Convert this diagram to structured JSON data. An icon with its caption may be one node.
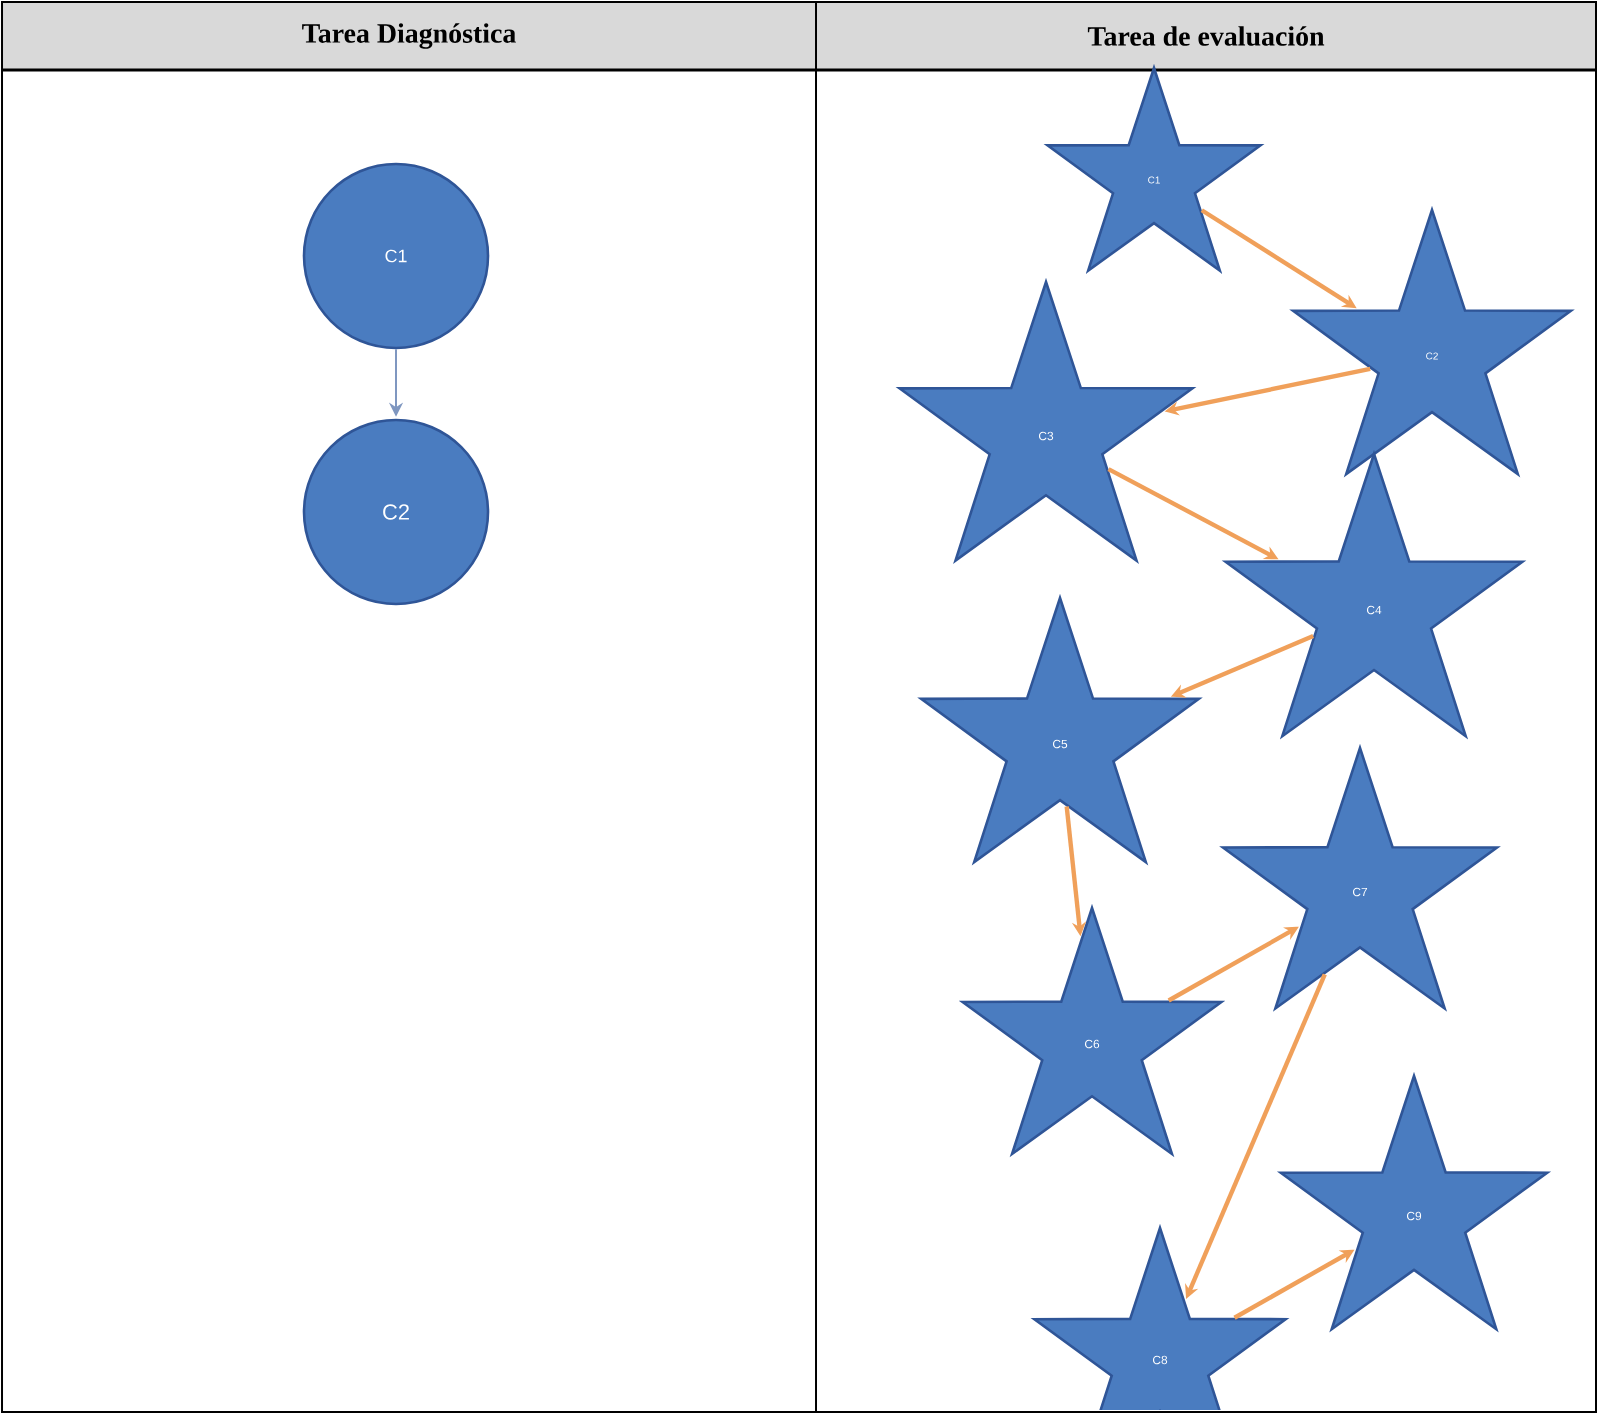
{
  "diagram": {
    "nodes": [
      {
        "text": [
          "C1"
        ]
      },
      {
        "text": [
          "C2"
        ]
      },
      {
        "text": [
          "C1"
        ]
      },
      {
        "text": [
          "C2"
        ]
      },
      {
        "text": [
          "C3"
        ]
      },
      {
        "text": [
          "C4"
        ]
      },
      {
        "text": [
          "C5"
        ]
      },
      {
        "text": [
          "C6"
        ]
      },
      {
        "text": [
          "C7"
        ]
      },
      {
        "text": [
          "C8"
        ]
      },
      {
        "text": [
          "C9"
        ]
      }
    ],
    "edges": [
      {
        "from": 0,
        "to": 1,
        "arrow": "to",
        "color": "#7f97c0"
      },
      {
        "from": 2,
        "to": 3,
        "arrow": "to"
      },
      {
        "from": 3,
        "to": 4,
        "arrow": "to"
      },
      {
        "from": 4,
        "to": 5,
        "arrow": "to"
      },
      {
        "from": 5,
        "to": 6,
        "arrow": "to"
      },
      {
        "from": 6,
        "to": 7,
        "arrow": "to"
      },
      {
        "from": 7,
        "to": 8,
        "arrow": "to"
      },
      {
        "from": 8,
        "to": 9,
        "arrow": "to"
      },
      {
        "from": 9,
        "to": 10,
        "arrow": "to"
      }
    ],
    "labels": [
      "Tarea Diagnóstica",
      "Tarea de evaluación"
    ]
  }
}
